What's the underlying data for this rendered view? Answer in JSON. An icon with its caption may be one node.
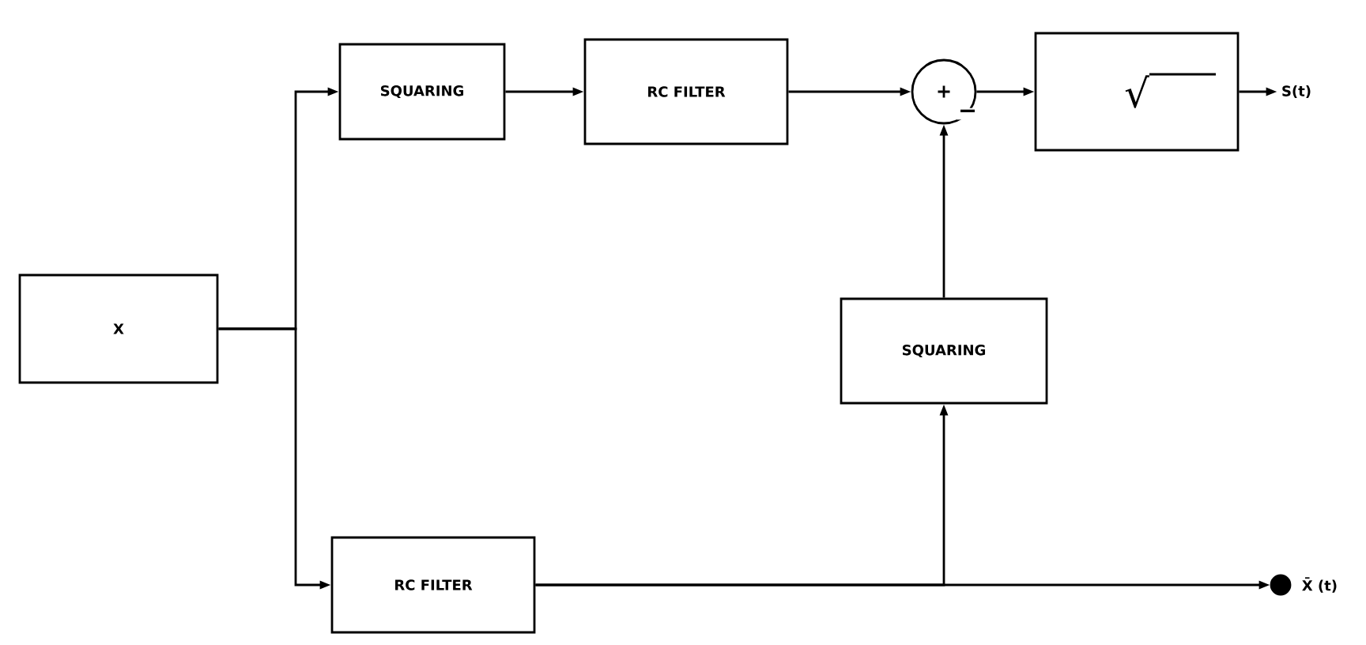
{
  "diagram": {
    "nodes": [
      {
        "text": [
          "X"
        ]
      },
      {
        "text": [
          "SQUARING"
        ]
      },
      {
        "text": [
          "RC FILTER"
        ]
      },
      {
        "text": [
          "+"
        ]
      },
      {
        "text": [
          "√"
        ]
      },
      {
        "text": [
          "SQUARING"
        ]
      },
      {
        "text": [
          "RC FILTER"
        ]
      },
      {
        "text": [
          "S(t)"
        ]
      },
      {
        "text": [],
        "shape": "circle",
        "beside": [
          "X̄ (t)"
        ]
      }
    ],
    "edges": [
      {
        "from": 0,
        "to": 1,
        "arrow": "to"
      },
      {
        "from": 0,
        "to": 6,
        "arrow": "to"
      },
      {
        "from": 1,
        "to": 2,
        "arrow": "to"
      },
      {
        "from": 2,
        "to": 3,
        "arrow": "to"
      },
      {
        "from": 3,
        "to": 4,
        "arrow": "to"
      },
      {
        "from": 4,
        "to": 7,
        "arrow": "to"
      },
      {
        "from": 6,
        "to": 8,
        "arrow": "to"
      },
      {
        "from": 6,
        "to": 5,
        "arrow": "to"
      },
      {
        "from": 5,
        "to": 3,
        "arrow": "to",
        "label": "−"
      }
    ]
  }
}
